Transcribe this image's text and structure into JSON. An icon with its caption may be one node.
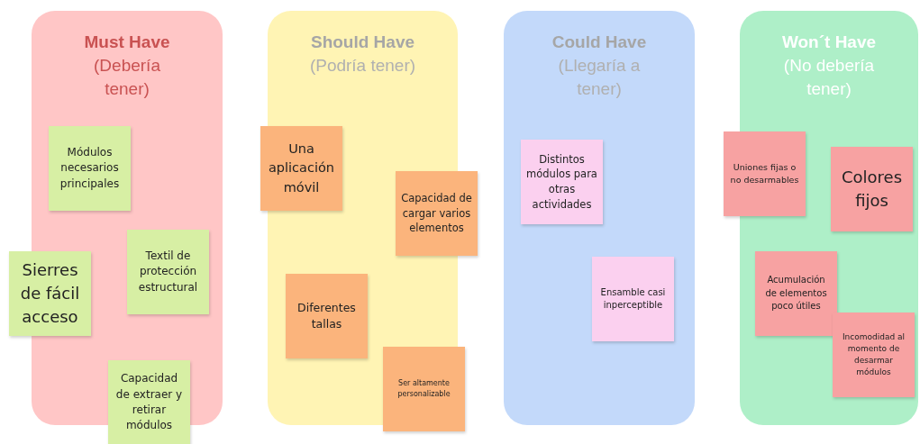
{
  "diagram": {
    "nodes": [
      {
        "text": [
          "Must Have",
          "(Debería tener)"
        ]
      },
      {
        "text": [
          "Módulos necesarios principales"
        ],
        "in": 0
      },
      {
        "text": [
          "Sierres de fácil acceso"
        ]
      },
      {
        "text": [
          "Textil de protección estructural"
        ],
        "in": 0
      },
      {
        "text": [
          "Capacidad de extraer y retirar módulos"
        ]
      },
      {
        "text": [
          "Should Have",
          "(Podría tener)"
        ]
      },
      {
        "text": [
          "Una aplicación móvil"
        ]
      },
      {
        "text": [
          "Capacidad de cargar varios elementos"
        ]
      },
      {
        "text": [
          "Diferentes tallas"
        ],
        "in": 5
      },
      {
        "text": [
          "Ser altamente personalizable"
        ]
      },
      {
        "text": [
          "Could Have",
          "(Llegaría a tener)"
        ]
      },
      {
        "text": [
          "Distintos módulos para otras actividades"
        ],
        "in": 10
      },
      {
        "text": [
          "Ensamble casi inperceptible"
        ],
        "in": 10
      },
      {
        "text": [
          "Won´t Have",
          "(No debería tener)"
        ]
      },
      {
        "text": [
          "Uniones fijas o no desarmables"
        ]
      },
      {
        "text": [
          "Colores fijos"
        ],
        "in": 13
      },
      {
        "text": [
          "Acumulación de elementos poco útiles"
        ],
        "in": 13
      },
      {
        "text": [
          "Incomodidad al momento de desarmar módulos"
        ],
        "in": 13
      }
    ]
  }
}
